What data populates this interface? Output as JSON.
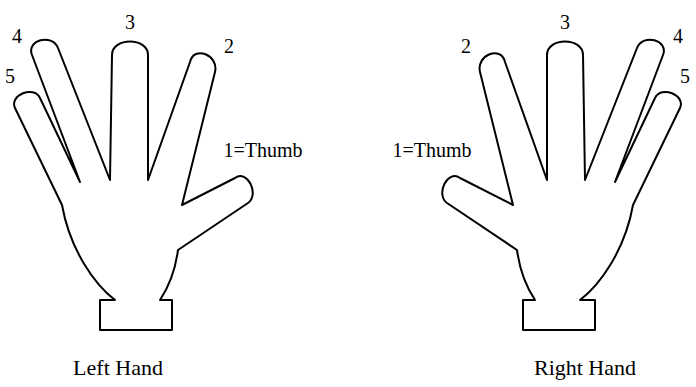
{
  "diagram": {
    "labels": [
      "5",
      "4",
      "3",
      "2",
      "1=Thumb",
      "Left Hand",
      "2",
      "3",
      "4",
      "5",
      "1=Thumb",
      "Right Hand"
    ]
  }
}
